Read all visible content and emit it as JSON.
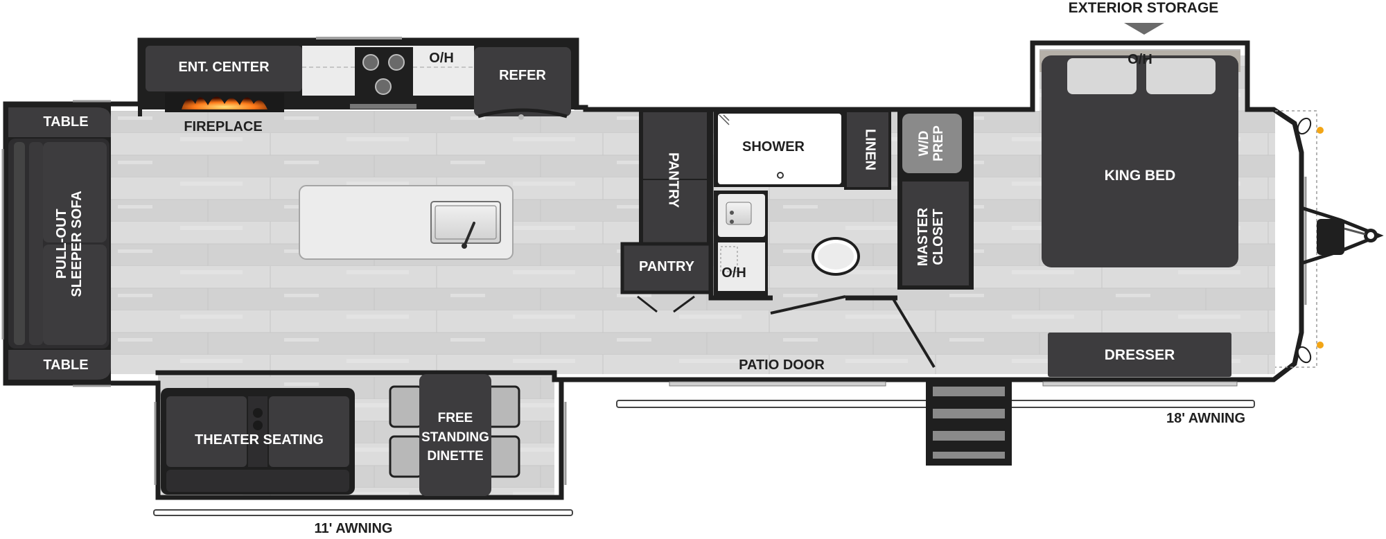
{
  "floorplan": {
    "colors": {
      "wall": "#1f1f1f",
      "floor": "#d6d6d6",
      "floor_plank": "#e4e4e4",
      "cabinet": "#444444",
      "furniture": "#3d3c3e",
      "counter": "#ececec",
      "fire": "#ff7a1a",
      "amber": "#f2a516"
    },
    "labels": {
      "exterior_storage": "EXTERIOR STORAGE",
      "oh_bedroom": "O/H",
      "ent_center": "ENT. CENTER",
      "fireplace": "FIREPLACE",
      "oh_kitchen": "O/H",
      "refer": "REFER",
      "table_top": "TABLE",
      "table_bottom": "TABLE",
      "sofa_line1": "PULL-OUT",
      "sofa_line2": "SLEEPER SOFA",
      "pantry_upper": "PANTRY",
      "pantry_lower": "PANTRY",
      "shower": "SHOWER",
      "linen": "LINEN",
      "wd_line1": "W/D",
      "wd_line2": "PREP",
      "oh_bath": "O/H",
      "closet_line1": "MASTER",
      "closet_line2": "CLOSET",
      "king_bed": "KING BED",
      "dresser": "DRESSER",
      "patio_door": "PATIO DOOR",
      "awning_18": "18' AWNING",
      "theater_seating": "THEATER SEATING",
      "dinette_line1": "FREE",
      "dinette_line2": "STANDING",
      "dinette_line3": "DINETTE",
      "awning_11": "11' AWNING"
    }
  }
}
